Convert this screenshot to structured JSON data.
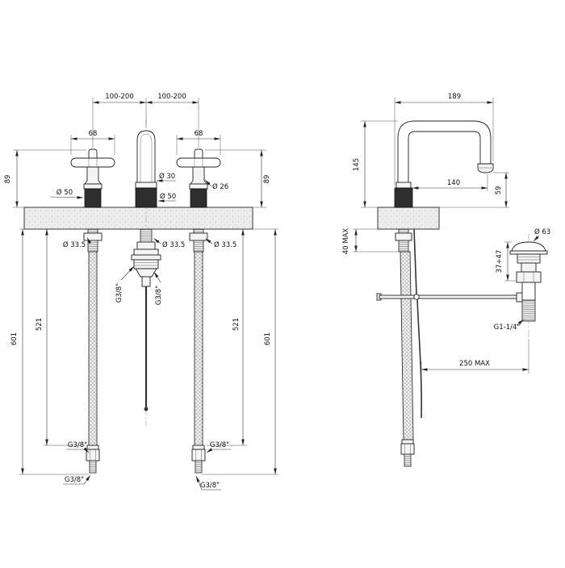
{
  "palette": {
    "ink": "#222222",
    "deck_fill": "#ededed",
    "dark_part": "#2e2e2e"
  },
  "front_view": {
    "spacing_left": "100-200",
    "spacing_right": "100-200",
    "handle_width_left": "68",
    "handle_width_right": "68",
    "height_left": "89",
    "height_right": "89",
    "dia_handle_base": "Ø 50",
    "dia_spout_top": "Ø 30",
    "dia_spout_base": "Ø 50",
    "dia_handle_neck": "Ø 26",
    "dia_shank_left": "Ø 33.5",
    "dia_shank_center": "Ø 33.5",
    "dia_shank_right": "Ø 33.5",
    "hose_len_left": "521",
    "hose_len_right": "521",
    "total_len_left": "601",
    "total_len_right": "601",
    "thread_popup_left": "G3/8\"",
    "thread_popup_right": "G3/8\"",
    "thread_hose_left": "G3/8\"",
    "thread_hose_right": "G3/8\"",
    "thread_tip_left": "G3/8\"",
    "thread_tip_right": "G3/8\""
  },
  "side_view": {
    "reach_total": "189",
    "spout_height": "145",
    "reach_outlet": "140",
    "outlet_height": "59",
    "deck_thickness": "40 MAX",
    "dia_waste_flange": "Ø 63",
    "waste_adjust": "37+47",
    "waste_thread": "G1-1/4\"",
    "rod_reach": "250 MAX"
  }
}
